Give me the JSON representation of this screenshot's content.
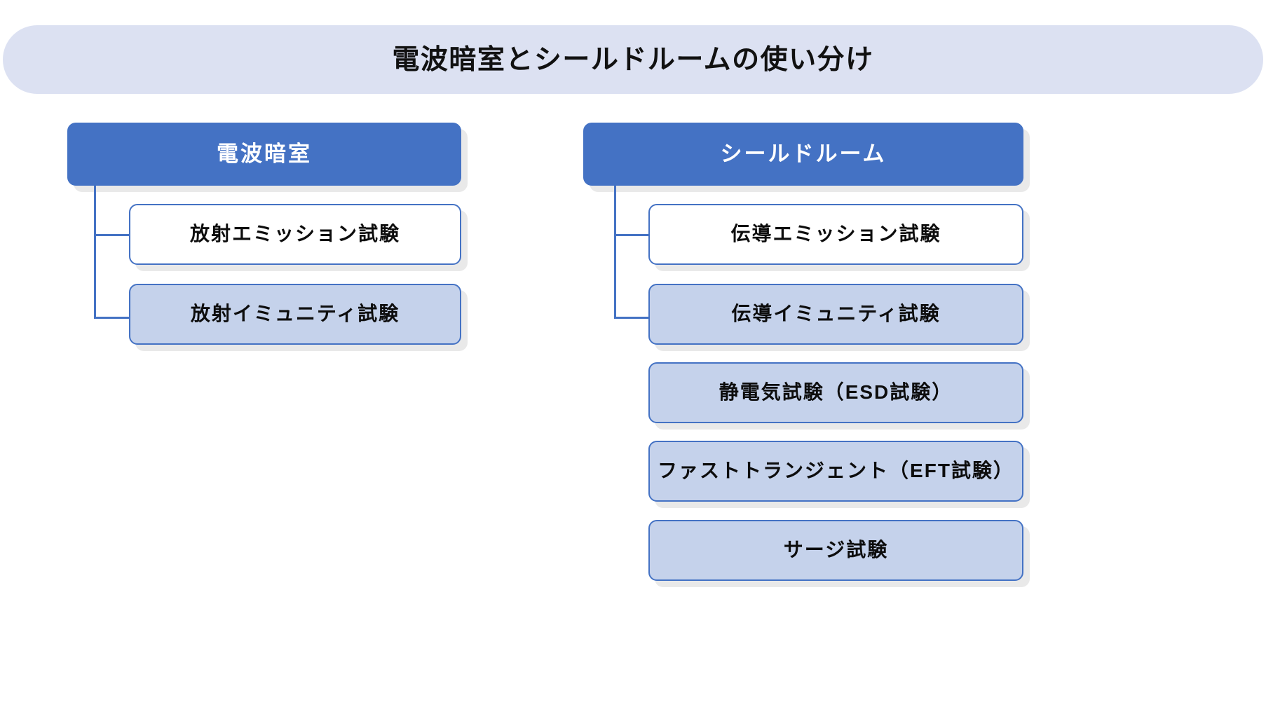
{
  "banner": {
    "title": "電波暗室とシールドルームの使い分け",
    "fill_color": "#DCE1F2"
  },
  "theme": {
    "header_fill": "#4472C4",
    "header_text": "#FFFFFF",
    "leaf_white_fill": "#FFFFFF",
    "leaf_blue_fill": "#C5D2EB",
    "border_color": "#4472C4",
    "text_color": "#0D0D0D",
    "shadow_color": "#E3E3E3"
  },
  "columns": [
    {
      "id": "anechoic-chamber",
      "header": "電波暗室",
      "nodes": [
        {
          "label": "放射エミッション試験",
          "fill": "white",
          "connected": true
        },
        {
          "label": "放射イミュニティ試験",
          "fill": "lightblue",
          "connected": true
        }
      ]
    },
    {
      "id": "shield-room",
      "header": "シールドルーム",
      "nodes": [
        {
          "label": "伝導エミッション試験",
          "fill": "white",
          "connected": true
        },
        {
          "label": "伝導イミュニティ試験",
          "fill": "lightblue",
          "connected": true
        },
        {
          "label": "静電気試験（ESD試験）",
          "fill": "lightblue",
          "connected": false
        },
        {
          "label": "ファストトランジェント（EFT試験）",
          "fill": "lightblue",
          "connected": false
        },
        {
          "label": "サージ試験",
          "fill": "lightblue",
          "connected": false
        }
      ]
    }
  ]
}
